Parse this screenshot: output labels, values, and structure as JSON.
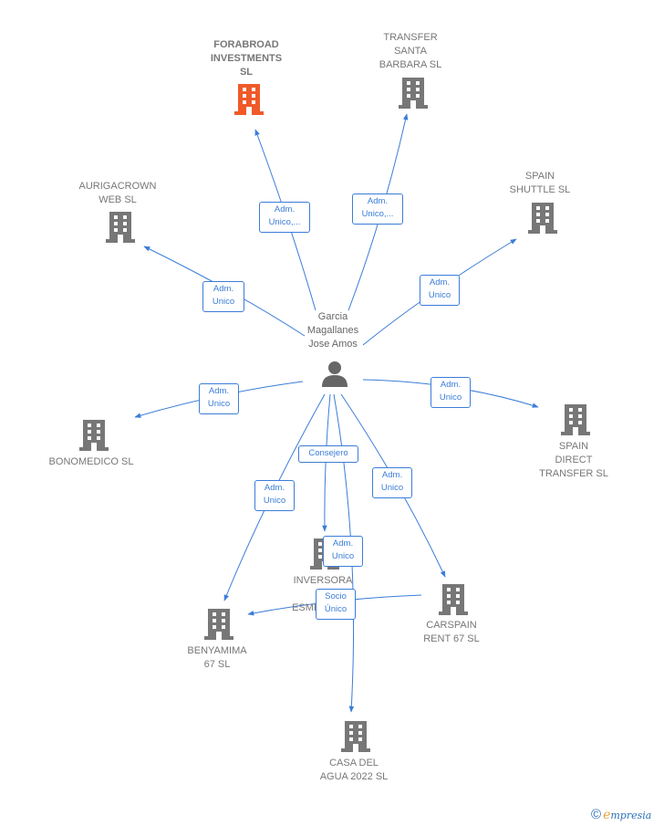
{
  "center": {
    "label": "Garcia\nMagallanes\nJose Amos"
  },
  "companies": [
    {
      "id": "forabroad",
      "label": "FORABROAD\nINVESTMENTS\nSL",
      "main": true
    },
    {
      "id": "transfer",
      "label": "TRANSFER\nSANTA\nBARBARA  SL"
    },
    {
      "id": "aurigacrown",
      "label": "AURIGACROWN\nWEB SL"
    },
    {
      "id": "spainshuttle",
      "label": "SPAIN\nSHUTTLE SL"
    },
    {
      "id": "bonomedico",
      "label": "BONOMEDICO SL"
    },
    {
      "id": "spaindirect",
      "label": "SPAIN\nDIRECT\nTRANSFER SL"
    },
    {
      "id": "inversora",
      "label": "INVERSORA\nPI\nESMERALDA"
    },
    {
      "id": "benyamima",
      "label": "BENYAMIMA\n67  SL"
    },
    {
      "id": "carspain",
      "label": "CARSPAIN\nRENT 67 SL"
    },
    {
      "id": "casadelagua",
      "label": "CASA DEL\nAGUA 2022  SL"
    }
  ],
  "relations": [
    {
      "id": "r-forabroad",
      "label": "Adm.\nUnico,..."
    },
    {
      "id": "r-transfer",
      "label": "Adm.\nUnico,..."
    },
    {
      "id": "r-auriga",
      "label": "Adm.\nUnico"
    },
    {
      "id": "r-shuttle",
      "label": "Adm.\nUnico"
    },
    {
      "id": "r-bonomedico",
      "label": "Adm.\nUnico"
    },
    {
      "id": "r-spaindirect",
      "label": "Adm.\nUnico"
    },
    {
      "id": "r-benyamima",
      "label": "Adm.\nUnico"
    },
    {
      "id": "r-inversora",
      "label": "Consejero"
    },
    {
      "id": "r-carspain",
      "label": "Adm.\nUnico"
    },
    {
      "id": "r-casa",
      "label": "Adm.\nUnico"
    },
    {
      "id": "r-socio",
      "label": "Socio\nÚnico"
    }
  ],
  "footer": {
    "copyright": "©",
    "brand_e": "e",
    "brand_rest": "mpresia"
  },
  "colors": {
    "edge": "#3b7dd8",
    "building": "#777777",
    "building_main": "#f05a28",
    "person": "#666666"
  }
}
